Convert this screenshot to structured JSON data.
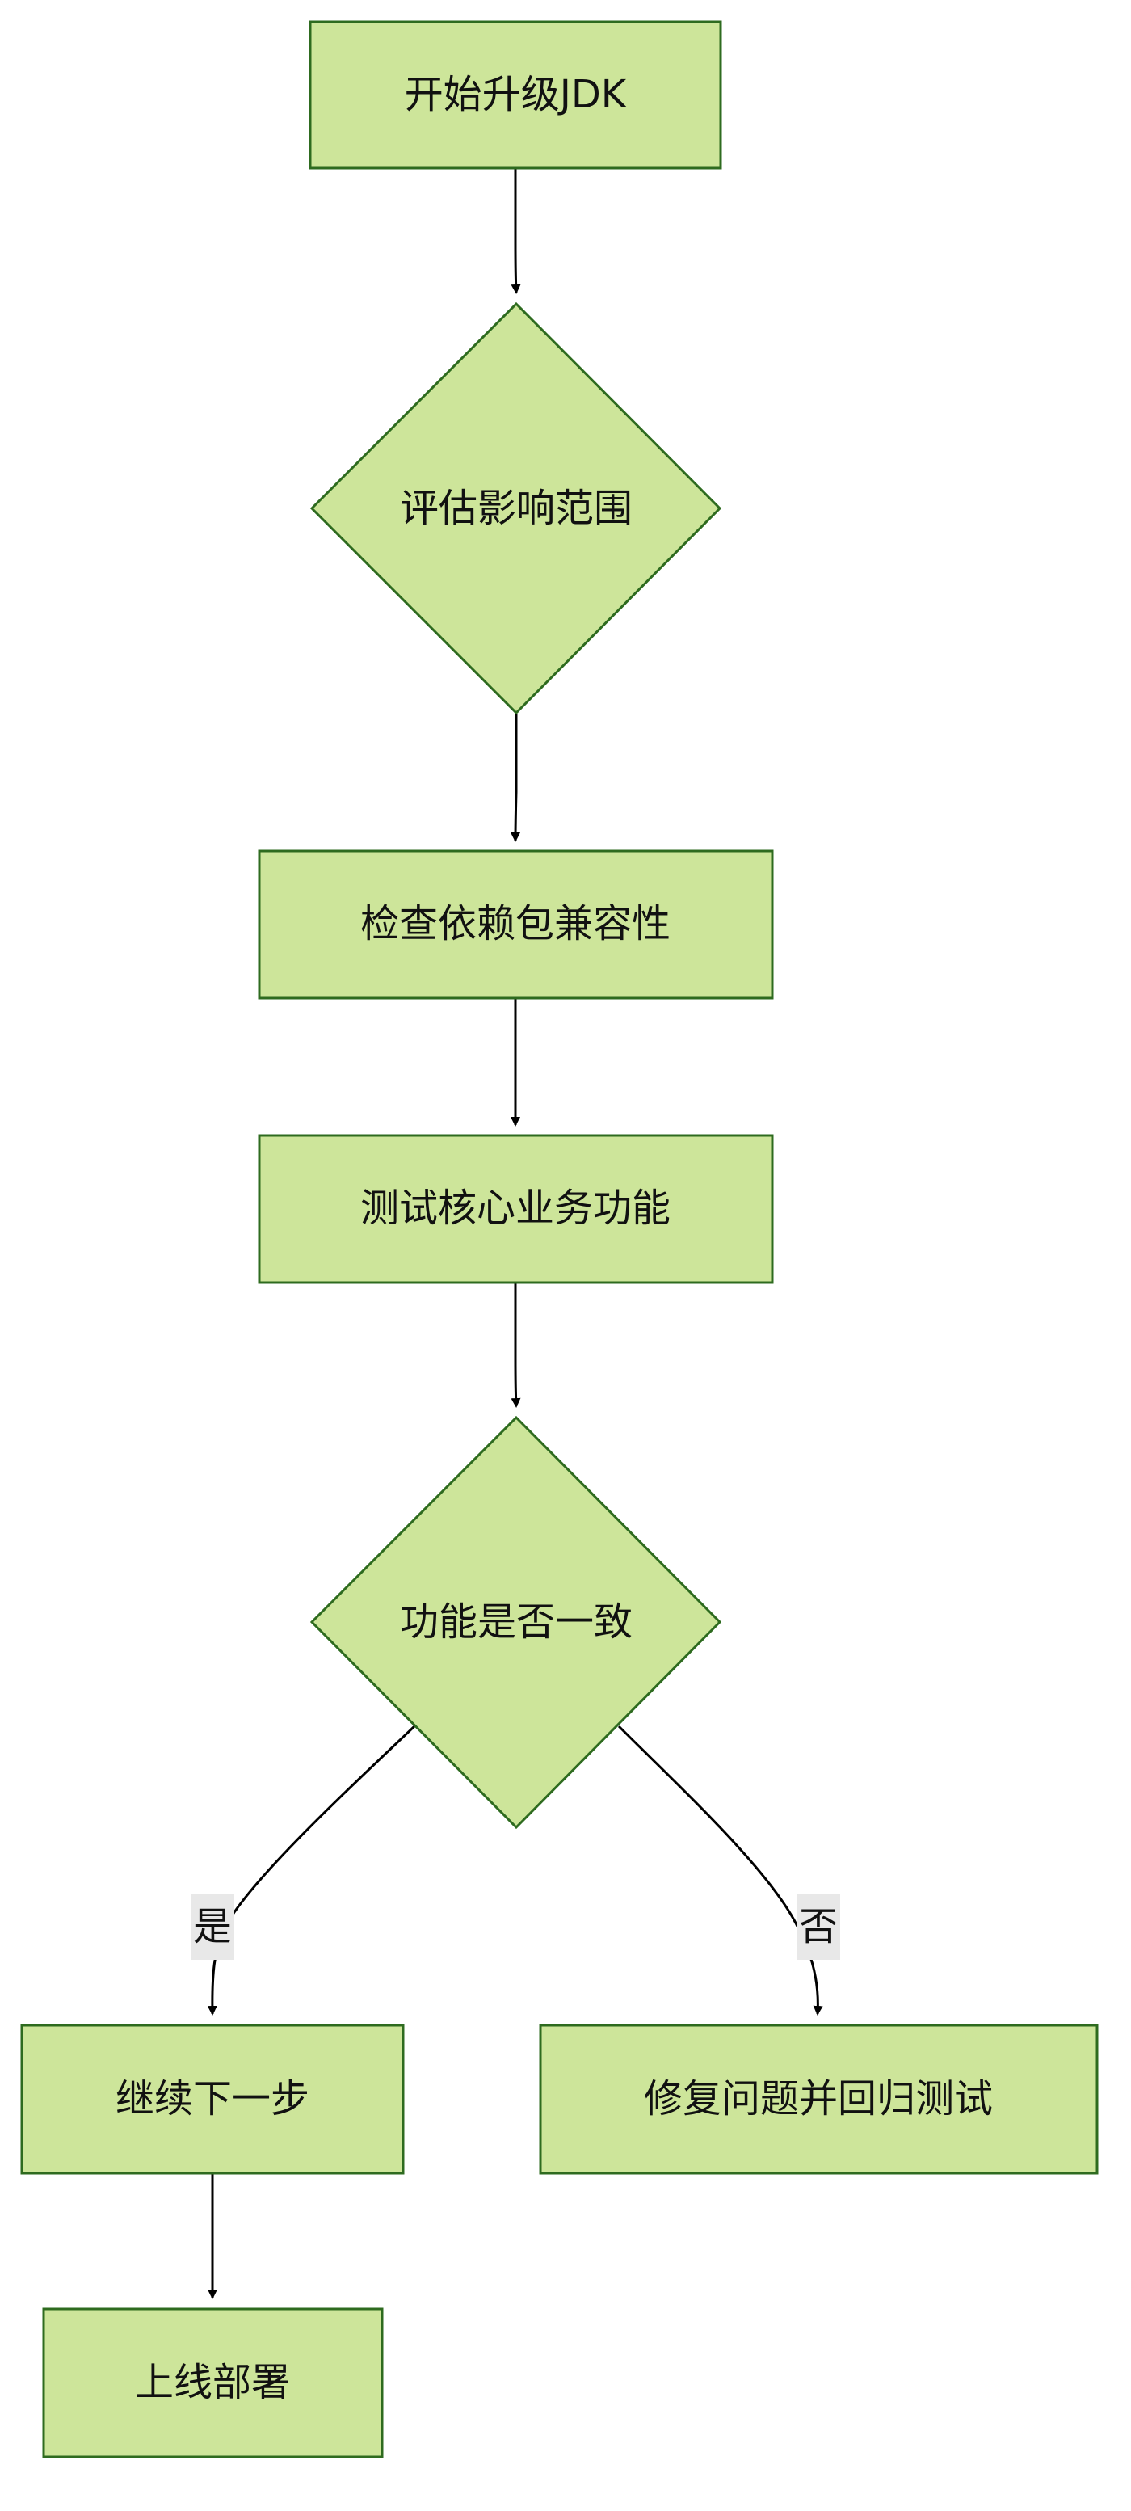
{
  "diagram": {
    "nodes": {
      "start": "开始升级JDK",
      "assess": "评估影响范围",
      "check_deps": "检查依赖包兼容性",
      "test_core": "测试核心业务功能",
      "consistent": "功能是否一致",
      "continue": "继续下一步",
      "fix_retest": "修复问题并回归测试",
      "deploy": "上线部署"
    },
    "edge_labels": {
      "yes": "是",
      "no": "否"
    },
    "colors": {
      "node_fill": "#cde59a",
      "node_stroke": "#2e6b1f",
      "edge": "#000000",
      "edge_label_bg": "#e8e8e8"
    }
  }
}
